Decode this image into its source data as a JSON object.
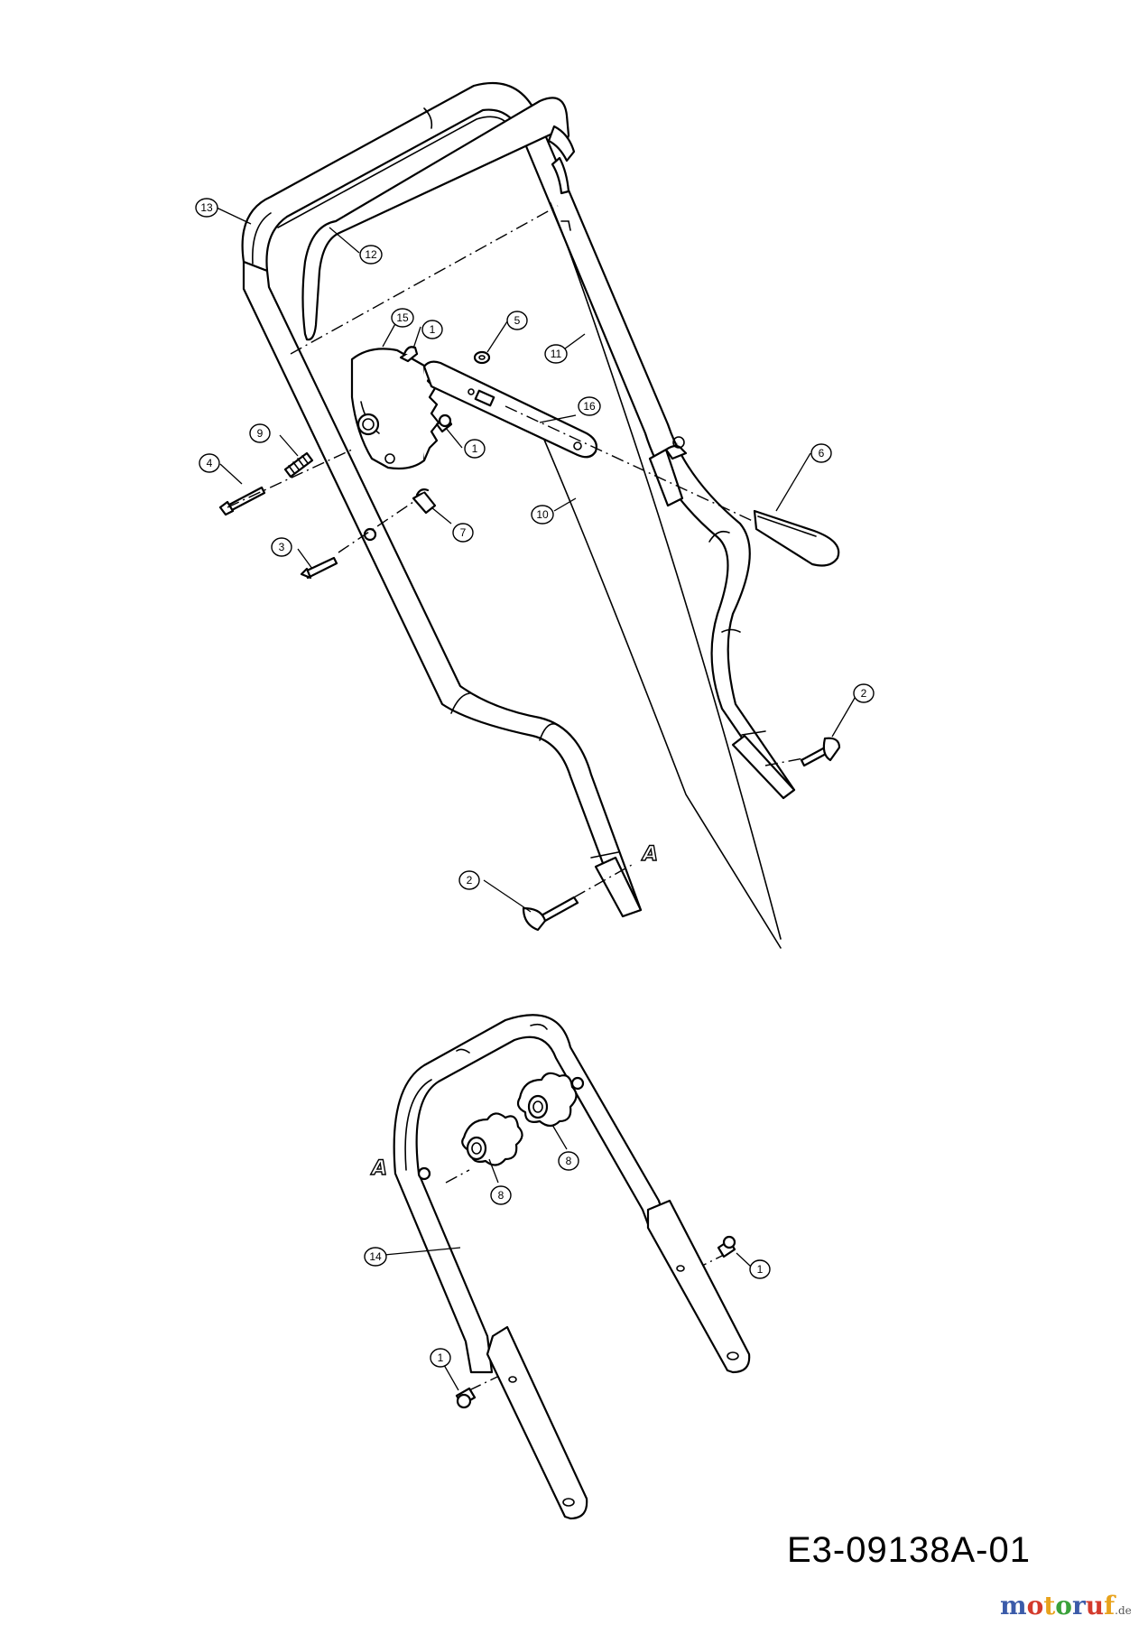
{
  "diagram": {
    "drawing_code": "E3-09138A-01",
    "logo_text": "motoruf.de",
    "reference_letter": "A",
    "callouts": [
      {
        "id": "c13",
        "label": "13"
      },
      {
        "id": "c12",
        "label": "12"
      },
      {
        "id": "c15",
        "label": "15"
      },
      {
        "id": "c1a",
        "label": "1"
      },
      {
        "id": "c5",
        "label": "5"
      },
      {
        "id": "c11",
        "label": "11"
      },
      {
        "id": "c16",
        "label": "16"
      },
      {
        "id": "c9",
        "label": "9"
      },
      {
        "id": "c1b",
        "label": "1"
      },
      {
        "id": "c4",
        "label": "4"
      },
      {
        "id": "c6",
        "label": "6"
      },
      {
        "id": "c10",
        "label": "10"
      },
      {
        "id": "c7",
        "label": "7"
      },
      {
        "id": "c3",
        "label": "3"
      },
      {
        "id": "c2a",
        "label": "2"
      },
      {
        "id": "c2b",
        "label": "2"
      },
      {
        "id": "c8a",
        "label": "8"
      },
      {
        "id": "c8b",
        "label": "8"
      },
      {
        "id": "c14",
        "label": "14"
      },
      {
        "id": "c1c",
        "label": "1"
      },
      {
        "id": "c1d",
        "label": "1"
      }
    ]
  }
}
